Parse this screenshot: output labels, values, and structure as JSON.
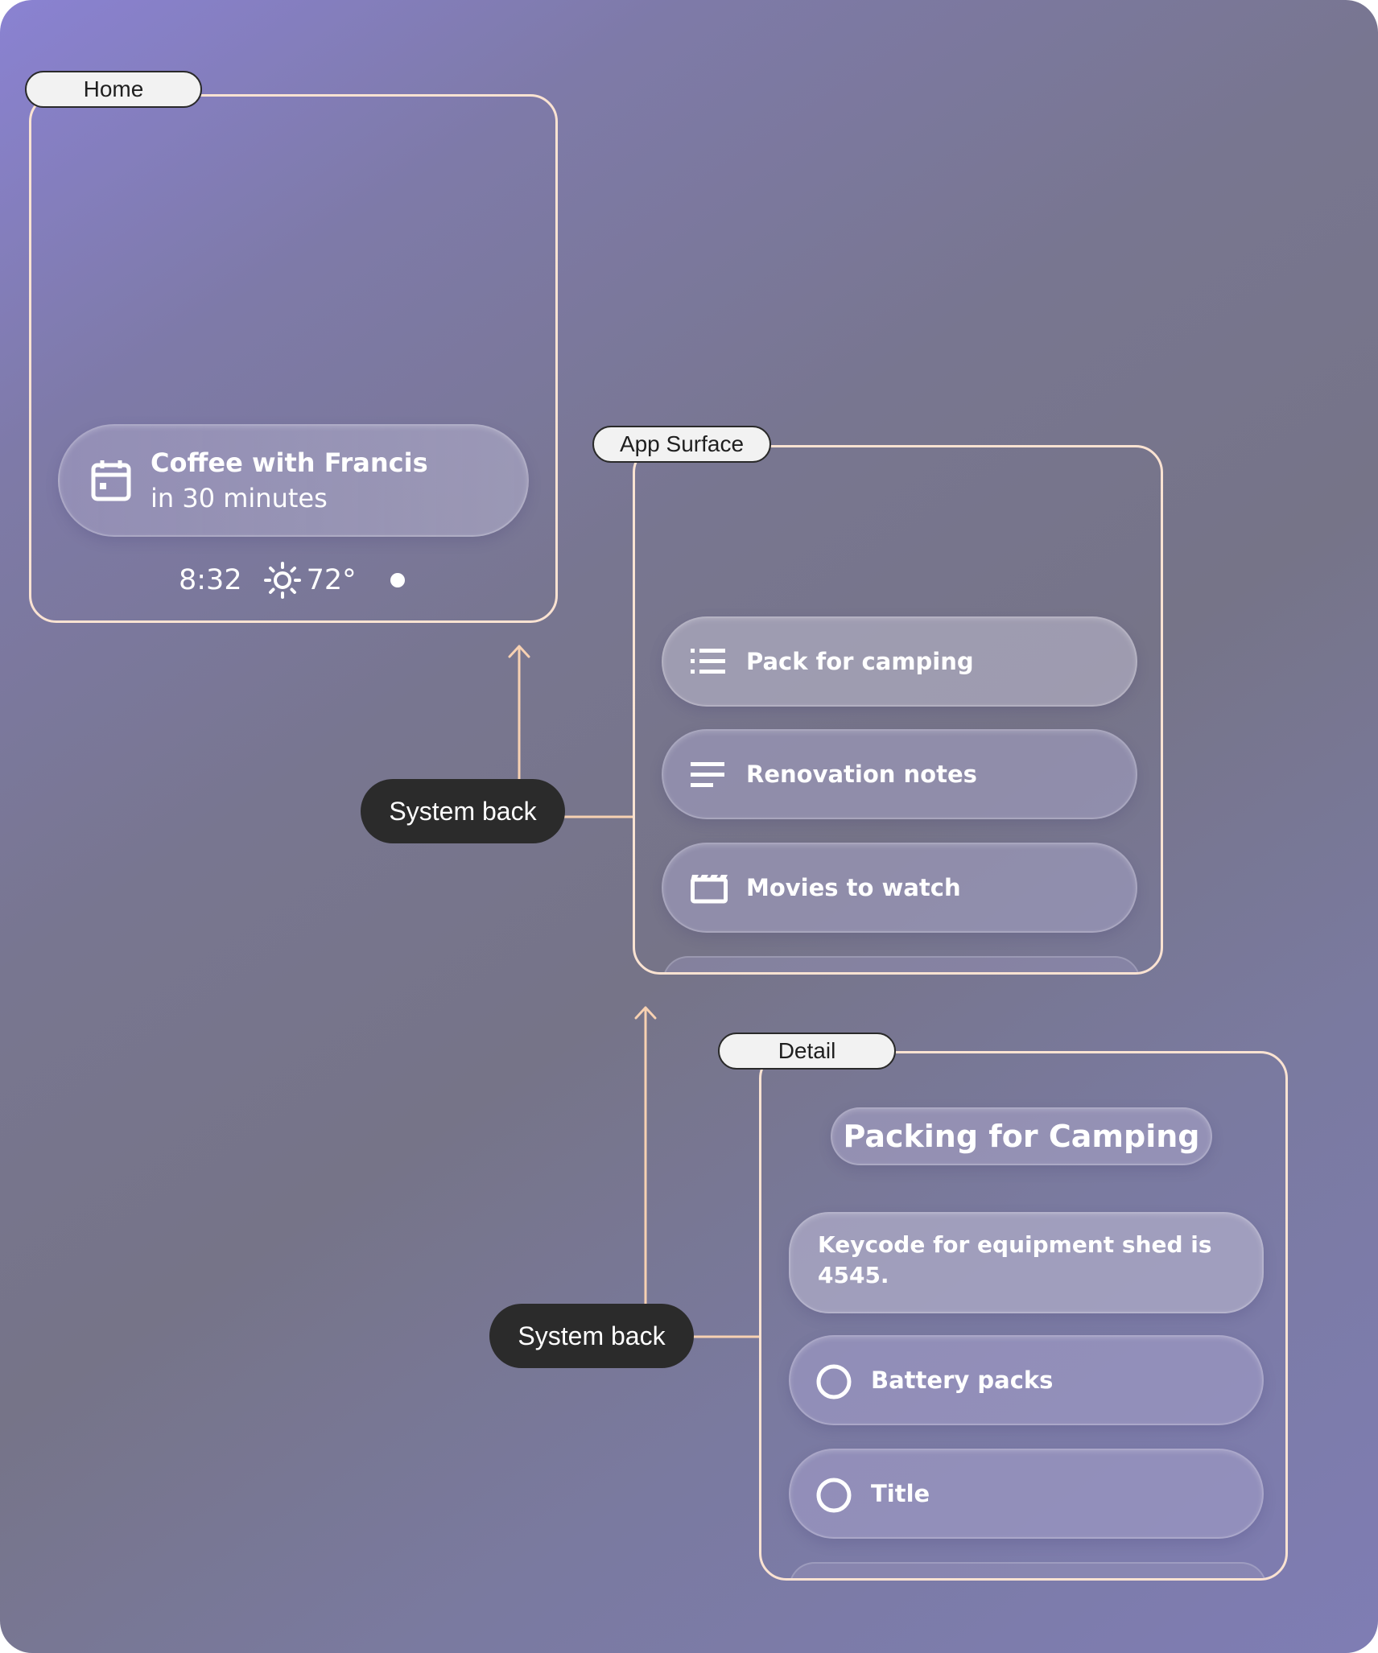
{
  "home": {
    "tag": "Home",
    "event_title": "Coffee with Francis",
    "event_time": "in 30 minutes",
    "clock": "8:32",
    "temperature": "72°",
    "icons": {
      "event": "calendar-icon",
      "weather": "sun-icon",
      "status": "dot-icon"
    }
  },
  "app_surface": {
    "tag": "App Surface",
    "items": [
      {
        "label": "Pack for camping",
        "icon": "checklist-icon"
      },
      {
        "label": "Renovation notes",
        "icon": "notes-icon"
      },
      {
        "label": "Movies to watch",
        "icon": "clapperboard-icon"
      }
    ]
  },
  "detail": {
    "tag": "Detail",
    "title": "Packing for Camping",
    "note": "Keycode for equipment shed is 4545.",
    "items": [
      {
        "label": "Battery packs",
        "icon": "radio-unchecked-icon"
      },
      {
        "label": "Title",
        "icon": "radio-unchecked-icon"
      }
    ]
  },
  "navigation": {
    "back_label_1": "System back",
    "back_label_2": "System back"
  },
  "colors": {
    "frame_stroke": "#fbe3d2",
    "connector": "#f7d1b2",
    "back_button": "#2b2b2b",
    "tag_fill": "#f2f2f2"
  }
}
